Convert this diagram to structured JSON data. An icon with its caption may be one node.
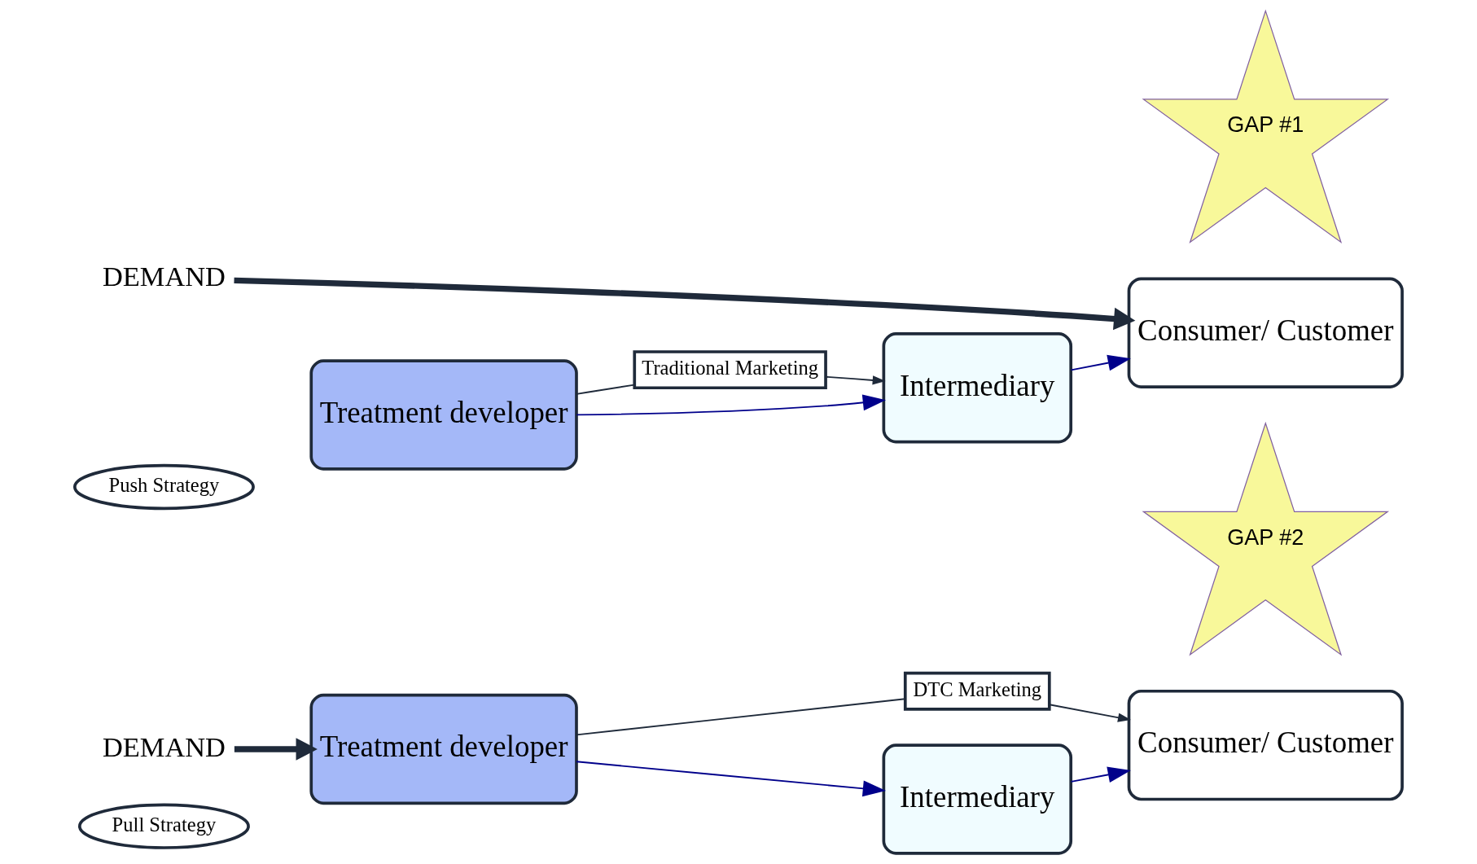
{
  "diagram": {
    "nodes": [
      {
        "text": [
          "Push Strategy"
        ]
      },
      {
        "text": [
          "Traditional Marketing"
        ]
      },
      {
        "text": [
          "Treatment developer"
        ]
      },
      {
        "text": [
          "Intermediary"
        ]
      },
      {
        "text": [
          "Consumer/ Customer"
        ]
      },
      {
        "text": [
          "GAP #1"
        ]
      },
      {
        "text": [
          "DEMAND"
        ]
      },
      {
        "text": [
          "Pull Strategy"
        ]
      },
      {
        "text": [
          "DTC Marketing"
        ]
      },
      {
        "text": [
          "Treatment developer"
        ]
      },
      {
        "text": [
          "Intermediary"
        ]
      },
      {
        "text": [
          "Consumer/ Customer"
        ]
      },
      {
        "text": [
          "GAP #2"
        ]
      },
      {
        "text": [
          "DEMAND"
        ]
      }
    ],
    "edges": [
      {
        "from": 2,
        "to": 1,
        "arrow": "none"
      },
      {
        "from": 1,
        "to": 3,
        "arrow": "to"
      },
      {
        "from": 2,
        "to": 3,
        "arrow": "to",
        "color": "#00008b"
      },
      {
        "from": 3,
        "to": 4,
        "arrow": "to",
        "color": "#00008b"
      },
      {
        "from": 6,
        "to": 4,
        "arrow": "to",
        "style": "thick"
      },
      {
        "from": 9,
        "to": 8,
        "arrow": "none"
      },
      {
        "from": 8,
        "to": 11,
        "arrow": "to"
      },
      {
        "from": 9,
        "to": 10,
        "arrow": "to",
        "color": "#00008b"
      },
      {
        "from": 10,
        "to": 11,
        "arrow": "to",
        "color": "#00008b"
      },
      {
        "from": 13,
        "to": 9,
        "arrow": "to",
        "style": "thick"
      }
    ]
  }
}
